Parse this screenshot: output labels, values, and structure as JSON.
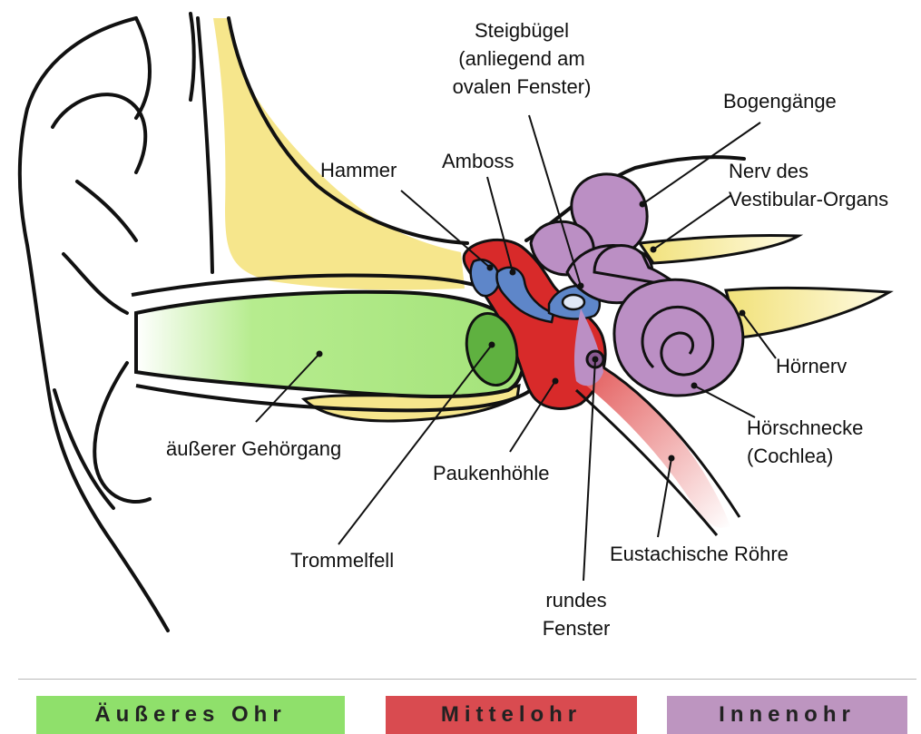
{
  "colors": {
    "outer_ear_legend": "#8fe06b",
    "middle_ear_legend": "#d94b50",
    "inner_ear_legend": "#bd95c0",
    "canal_green": "#b6ec8e",
    "eardrum_green": "#5fb140",
    "middle_red": "#d82a2a",
    "ossicle_blue": "#5e86c9",
    "inner_purple": "#bb8fc4",
    "bone_yellow": "#f6e68c",
    "nerve_yellow": "#f1e179",
    "outline": "#111111"
  },
  "icons": {
    "ear": "auricle-outline",
    "cochlea": "spiral-cochlea",
    "canals": "semicircular-canals",
    "ossicles": "ossicle-chain"
  },
  "labels": {
    "steigbugel": [
      "Steigbügel",
      "(anliegend am",
      "ovalen Fenster)"
    ],
    "hammer": "Hammer",
    "amboss": "Amboss",
    "bogengange": "Bogengänge",
    "nerv_vestibular": [
      "Nerv des",
      "Vestibular-Organs"
    ],
    "hornerv": "Hörnerv",
    "horschnecke": [
      "Hörschnecke",
      "(Cochlea)"
    ],
    "gehorgang": "äußerer Gehörgang",
    "paukenhohle": "Paukenhöhle",
    "trommelfell": "Trommelfell",
    "eustachische": "Eustachische Röhre",
    "rundes_fenster": [
      "rundes",
      "Fenster"
    ]
  },
  "legend": {
    "outer": "Äußeres Ohr",
    "middle": "Mittelohr",
    "inner": "Innenohr"
  }
}
